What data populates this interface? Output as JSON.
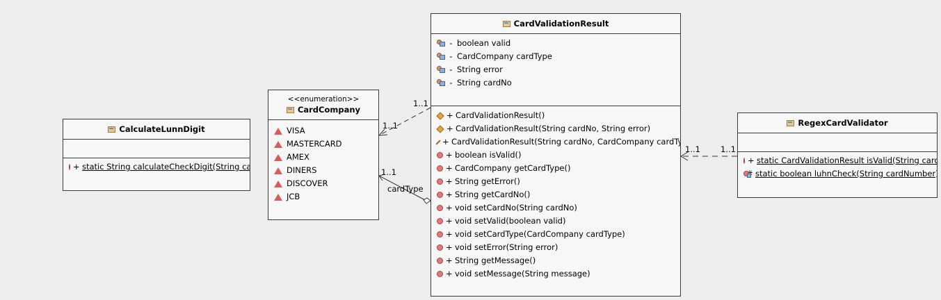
{
  "calculate_lunn_digit": {
    "name": "CalculateLunnDigit",
    "methods": [
      {
        "vis": "+",
        "text": "static String calculateCheckDigit(String car",
        "underline": true
      }
    ]
  },
  "card_company": {
    "stereotype": "<<enumeration>>",
    "name": "CardCompany",
    "literals": [
      "VISA",
      "MASTERCARD",
      "AMEX",
      "DINERS",
      "DISCOVER",
      "JCB"
    ]
  },
  "card_validation_result": {
    "name": "CardValidationResult",
    "fields": [
      {
        "vis": "-",
        "text": "boolean valid"
      },
      {
        "vis": "-",
        "text": "CardCompany cardType"
      },
      {
        "vis": "-",
        "text": "String error"
      },
      {
        "vis": "-",
        "text": "String cardNo"
      }
    ],
    "methods": [
      {
        "vis": "+",
        "kind": "package",
        "text": "CardValidationResult()"
      },
      {
        "vis": "+",
        "kind": "package",
        "text": "CardValidationResult(String cardNo, String error)"
      },
      {
        "vis": "+",
        "kind": "package",
        "text": "CardValidationResult(String cardNo, CardCompany cardTy|"
      },
      {
        "vis": "+",
        "kind": "public",
        "text": "boolean isValid()"
      },
      {
        "vis": "+",
        "kind": "public",
        "text": "CardCompany getCardType()"
      },
      {
        "vis": "+",
        "kind": "public",
        "text": "String getError()"
      },
      {
        "vis": "+",
        "kind": "public",
        "text": "String getCardNo()"
      },
      {
        "vis": "+",
        "kind": "public",
        "text": "void setCardNo(String cardNo)"
      },
      {
        "vis": "+",
        "kind": "public",
        "text": "void setValid(boolean valid)"
      },
      {
        "vis": "+",
        "kind": "public",
        "text": "void setCardType(CardCompany cardType)"
      },
      {
        "vis": "+",
        "kind": "public",
        "text": "void setError(String error)"
      },
      {
        "vis": "+",
        "kind": "public",
        "text": "String getMessage()"
      },
      {
        "vis": "+",
        "kind": "public",
        "text": "void setMessage(String message)"
      }
    ]
  },
  "regex_card_validator": {
    "name": "RegexCardValidator",
    "methods": [
      {
        "vis": "+",
        "kind": "public",
        "text": "static CardValidationResult isValid(String card",
        "underline": true
      },
      {
        "vis": "#",
        "kind": "protected",
        "text": "static boolean luhnCheck(String cardNumber)",
        "underline": true
      }
    ]
  },
  "links": {
    "cvr_to_company_dep": {
      "source_mult": "1..1",
      "target_mult": "1..1"
    },
    "cardtype_assoc": {
      "role": "cardType",
      "target_mult": "1..1"
    },
    "validator_to_cvr_dep": {
      "source_mult": "1..1",
      "target_mult": "1..1"
    }
  }
}
